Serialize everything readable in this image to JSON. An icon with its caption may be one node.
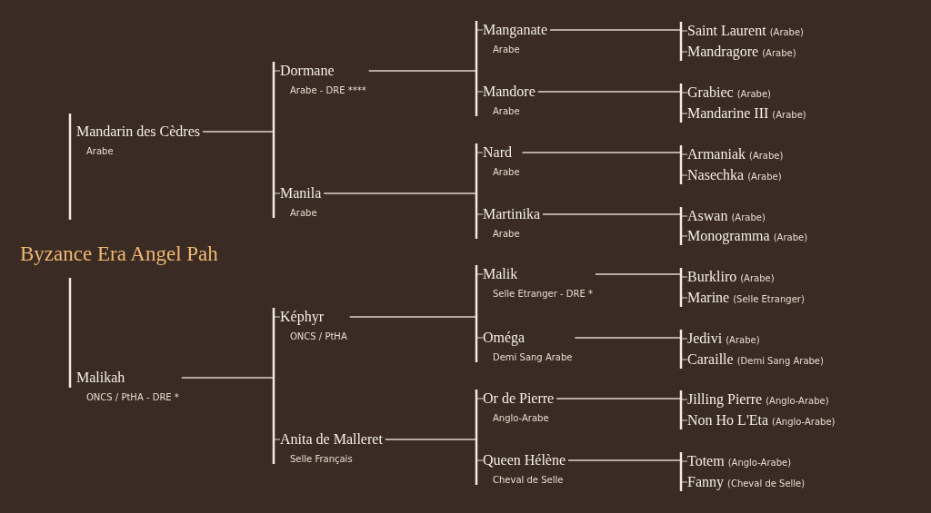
{
  "diagram": {
    "title": "Byzance Era Angel Pah",
    "nodes": [
      {
        "text": [
          "Mandarin des Cèdres",
          "Arabe"
        ]
      },
      {
        "text": [
          "Dormane",
          "Arabe - DRE ****"
        ]
      },
      {
        "text": [
          "Manganate",
          "Arabe"
        ]
      },
      {
        "text": [
          "Saint Laurent",
          "(Arabe)"
        ]
      },
      {
        "text": [
          "Mandragore",
          "(Arabe)"
        ]
      },
      {
        "text": [
          "Mandore",
          "Arabe"
        ]
      },
      {
        "text": [
          "Grabiec",
          "(Arabe)"
        ]
      },
      {
        "text": [
          "Mandarine III",
          "(Arabe)"
        ]
      },
      {
        "text": [
          "Manila",
          "Arabe"
        ]
      },
      {
        "text": [
          "Nard",
          "Arabe"
        ]
      },
      {
        "text": [
          "Armaniak",
          "(Arabe)"
        ]
      },
      {
        "text": [
          "Nasechka",
          "(Arabe)"
        ]
      },
      {
        "text": [
          "Martinika",
          "Arabe"
        ]
      },
      {
        "text": [
          "Aswan",
          "(Arabe)"
        ]
      },
      {
        "text": [
          "Monogramma",
          "(Arabe)"
        ]
      },
      {
        "text": [
          "Malikah",
          "ONCS / PtHA - DRE *"
        ]
      },
      {
        "text": [
          "Képhyr",
          "ONCS / PtHA"
        ]
      },
      {
        "text": [
          "Malik",
          "Selle Etranger - DRE *"
        ]
      },
      {
        "text": [
          "Burkliro",
          "(Arabe)"
        ]
      },
      {
        "text": [
          "Marine",
          "(Selle Etranger)"
        ]
      },
      {
        "text": [
          "Oméga",
          "Demi Sang Arabe"
        ]
      },
      {
        "text": [
          "Jedivi",
          "(Arabe)"
        ]
      },
      {
        "text": [
          "Caraille",
          "(Demi Sang Arabe)"
        ]
      },
      {
        "text": [
          "Anita de Malleret",
          "Selle Français"
        ]
      },
      {
        "text": [
          "Or de Pierre",
          "Anglo-Arabe"
        ]
      },
      {
        "text": [
          "Jilling Pierre",
          "(Anglo-Arabe)"
        ]
      },
      {
        "text": [
          "Non Ho L'Eta",
          "(Anglo-Arabe)"
        ]
      },
      {
        "text": [
          "Queen Hélène",
          "Cheval de Selle"
        ]
      },
      {
        "text": [
          "Totem",
          "(Anglo-Arabe)"
        ]
      },
      {
        "text": [
          "Fanny",
          "(Cheval de Selle)"
        ]
      }
    ],
    "edges": [
      {
        "from": 0,
        "to": 1,
        "arrow": "none"
      },
      {
        "from": 0,
        "to": 8,
        "arrow": "none"
      },
      {
        "from": 1,
        "to": 2,
        "arrow": "none"
      },
      {
        "from": 1,
        "to": 5,
        "arrow": "none"
      },
      {
        "from": 2,
        "to": 3,
        "arrow": "none"
      },
      {
        "from": 2,
        "to": 4,
        "arrow": "none"
      },
      {
        "from": 5,
        "to": 6,
        "arrow": "none"
      },
      {
        "from": 5,
        "to": 7,
        "arrow": "none"
      },
      {
        "from": 8,
        "to": 9,
        "arrow": "none"
      },
      {
        "from": 8,
        "to": 12,
        "arrow": "none"
      },
      {
        "from": 9,
        "to": 10,
        "arrow": "none"
      },
      {
        "from": 9,
        "to": 11,
        "arrow": "none"
      },
      {
        "from": 12,
        "to": 13,
        "arrow": "none"
      },
      {
        "from": 12,
        "to": 14,
        "arrow": "none"
      },
      {
        "from": 15,
        "to": 16,
        "arrow": "none"
      },
      {
        "from": 15,
        "to": 23,
        "arrow": "none"
      },
      {
        "from": 16,
        "to": 17,
        "arrow": "none"
      },
      {
        "from": 16,
        "to": 20,
        "arrow": "none"
      },
      {
        "from": 17,
        "to": 18,
        "arrow": "none"
      },
      {
        "from": 17,
        "to": 19,
        "arrow": "none"
      },
      {
        "from": 20,
        "to": 21,
        "arrow": "none"
      },
      {
        "from": 20,
        "to": 22,
        "arrow": "none"
      },
      {
        "from": 23,
        "to": 24,
        "arrow": "none"
      },
      {
        "from": 23,
        "to": 27,
        "arrow": "none"
      },
      {
        "from": 24,
        "to": 25,
        "arrow": "none"
      },
      {
        "from": 24,
        "to": 26,
        "arrow": "none"
      },
      {
        "from": 27,
        "to": 28,
        "arrow": "none"
      },
      {
        "from": 27,
        "to": 29,
        "arrow": "none"
      }
    ]
  }
}
